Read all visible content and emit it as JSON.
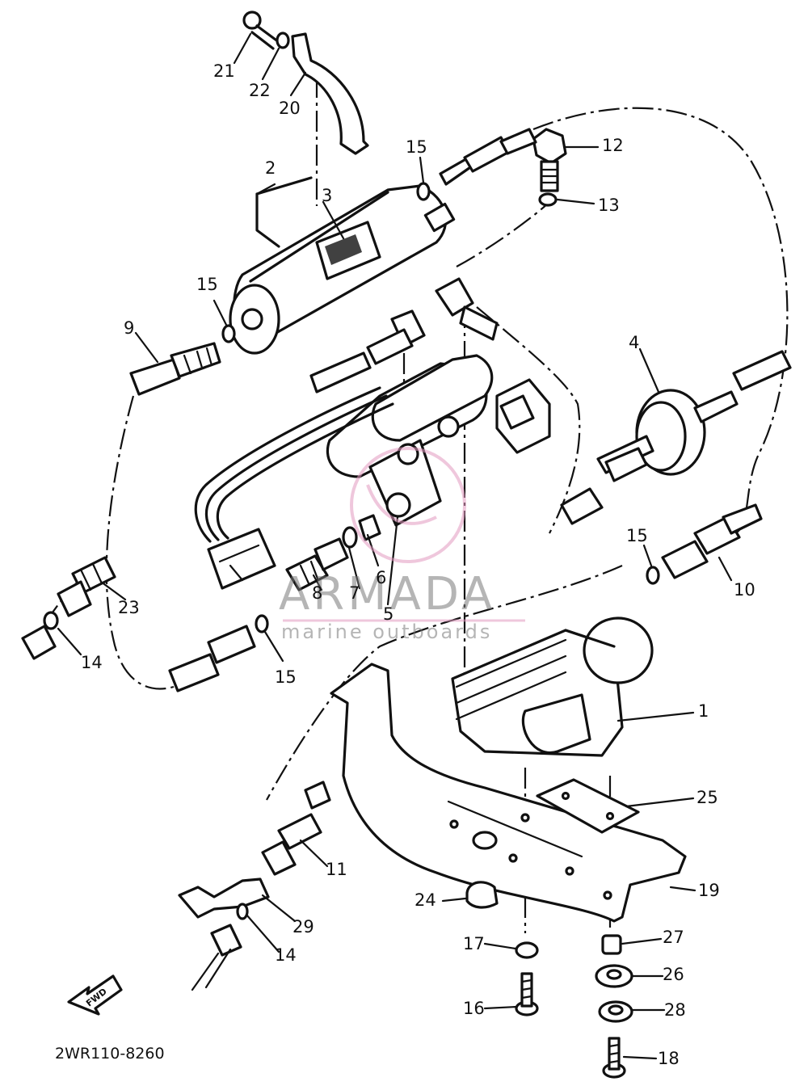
{
  "diagram_code": "2WR110-8260",
  "watermark": {
    "brand": "ARMADA",
    "tagline": "marine outboards",
    "color": "#e29ac0"
  },
  "fwd_label": "FWD",
  "callouts": {
    "c1": "1",
    "c2": "2",
    "c3": "3",
    "c4": "4",
    "c5": "5",
    "c6": "6",
    "c7": "7",
    "c8": "8",
    "c9": "9",
    "c10": "10",
    "c11": "11",
    "c12": "12",
    "c13": "13",
    "c14a": "14",
    "c14b": "14",
    "c15a": "15",
    "c15b": "15",
    "c15c": "15",
    "c15d": "15",
    "c16": "16",
    "c17": "17",
    "c18": "18",
    "c19": "19",
    "c20": "20",
    "c21": "21",
    "c22": "22",
    "c23": "23",
    "c24": "24",
    "c25": "25",
    "c26": "26",
    "c27": "27",
    "c28": "28",
    "c29": "29"
  }
}
